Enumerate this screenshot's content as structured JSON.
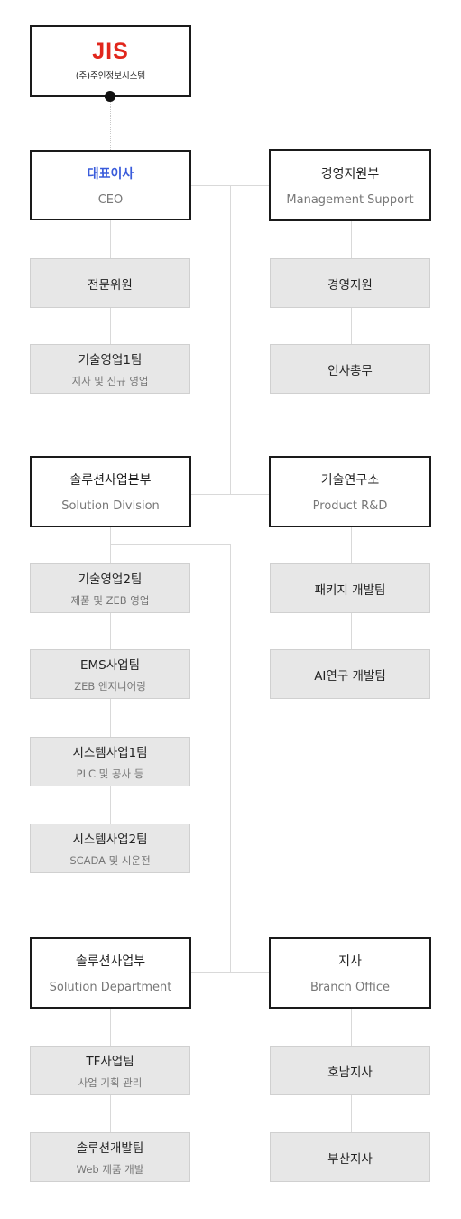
{
  "logo": {
    "brand": "JIS",
    "company": "(주)주인정보시스템"
  },
  "ceo": {
    "title": "대표이사",
    "subtitle": "CEO"
  },
  "mgmt_support": {
    "title": "경영지원부",
    "subtitle": "Management Support",
    "teams": [
      {
        "title": "경영지원"
      },
      {
        "title": "인사총무"
      }
    ]
  },
  "ceo_teams": [
    {
      "title": "전문위원",
      "subtitle": ""
    },
    {
      "title": "기술영업1팀",
      "subtitle": "지사 및 신규 영업"
    }
  ],
  "solution_division": {
    "title": "솔루션사업본부",
    "subtitle": "Solution Division",
    "teams": [
      {
        "title": "기술영업2팀",
        "subtitle": "제품 및 ZEB 영업"
      },
      {
        "title": "EMS사업팀",
        "subtitle": "ZEB 엔지니어링"
      },
      {
        "title": "시스템사업1팀",
        "subtitle": "PLC 및 공사 등"
      },
      {
        "title": "시스템사업2팀",
        "subtitle": "SCADA 및 시운전"
      }
    ]
  },
  "product_rd": {
    "title": "기술연구소",
    "subtitle": "Product R&D",
    "teams": [
      {
        "title": "패키지 개발팀"
      },
      {
        "title": "AI연구 개발팀"
      }
    ]
  },
  "solution_department": {
    "title": "솔루션사업부",
    "subtitle": "Solution Department",
    "teams": [
      {
        "title": "TF사업팀",
        "subtitle": "사업 기획 관리"
      },
      {
        "title": "솔루션개발팀",
        "subtitle": "Web 제품 개발"
      }
    ]
  },
  "branch_office": {
    "title": "지사",
    "subtitle": "Branch Office",
    "teams": [
      {
        "title": "호남지사"
      },
      {
        "title": "부산지사"
      }
    ]
  }
}
